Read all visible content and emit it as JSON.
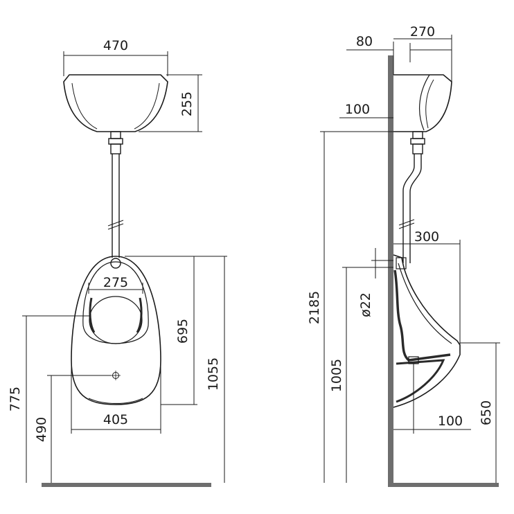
{
  "colors": {
    "line": "#1a1a1a",
    "wall": "#6e6e6e",
    "floor": "#6e6e6e",
    "fixture_dark": "#2a2a2a"
  },
  "front_view": {
    "cistern_width": "470",
    "cistern_height": "255",
    "bowl_opening_width": "275",
    "bowl_top_height": "695",
    "overall_height": "1055",
    "bowl_width": "405",
    "rim_height": "775",
    "outlet_height": "490"
  },
  "side_view": {
    "wall_offset": "80",
    "cistern_depth": "270",
    "inlet_offset": "100",
    "bowl_projection": "300",
    "pipe_diameter": "ø22",
    "mounting_height": "2185",
    "bowl_top": "1005",
    "outlet_offset": "100",
    "rim_level": "650"
  }
}
